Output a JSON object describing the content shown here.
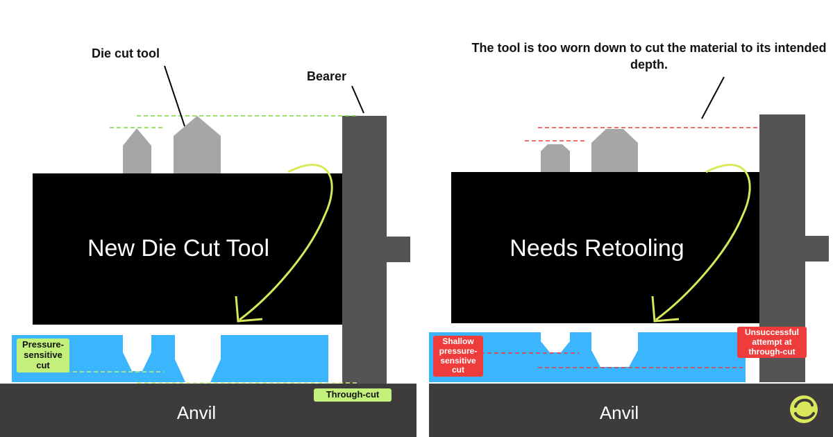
{
  "colors": {
    "tool_gray": "#a6a6a6",
    "body_black": "#000000",
    "bearer_gray": "#545454",
    "anvil_gray": "#3d3b3b",
    "material_blue": "#3bb5fd",
    "arrow_yellow": "#d8e85a",
    "guide_green": "#7bd33c",
    "guide_red": "#ee3b3b",
    "badge_green": "#c3f07a",
    "badge_red": "#ee3b3b"
  },
  "left_panel": {
    "callout_die_cut_tool": "Die cut tool",
    "callout_bearer": "Bearer",
    "body_label": "New Die Cut Tool",
    "anvil_label": "Anvil",
    "badge_pressure_sensitive": "Pressure-sensitive cut",
    "badge_through_cut": "Through-cut"
  },
  "right_panel": {
    "callout_worn": "The tool is too worn down to cut the material to its intended depth.",
    "body_label": "Needs Retooling",
    "anvil_label": "Anvil",
    "badge_shallow": "Shallow pressure-sensitive cut",
    "badge_unsuccessful": "Unsuccessful attempt at through-cut"
  },
  "logo": {
    "icon": "leaf-swirl-logo-icon"
  }
}
